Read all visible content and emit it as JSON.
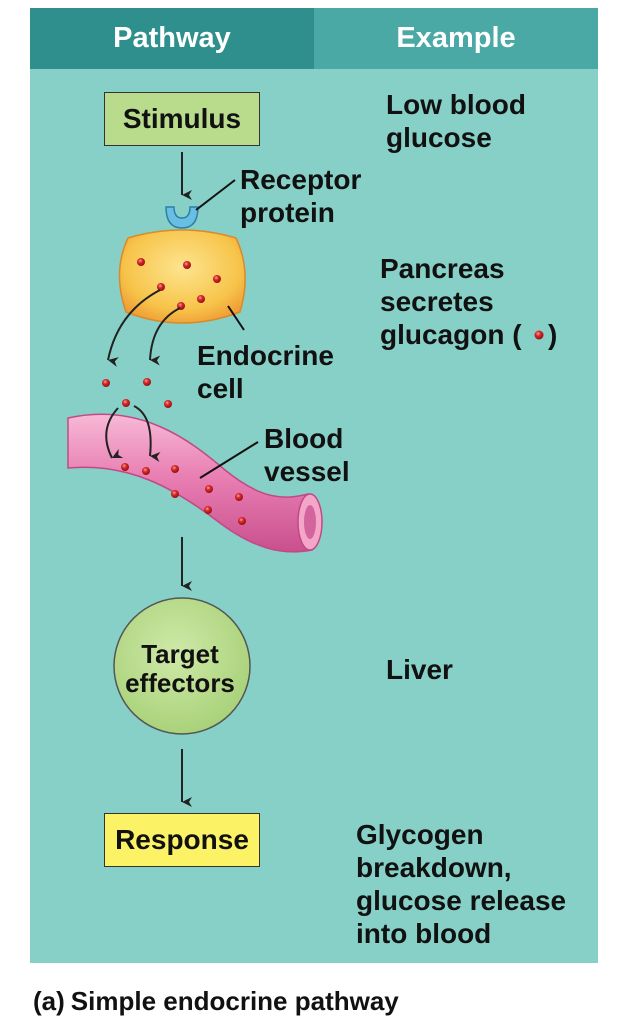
{
  "header": {
    "pathway": "Pathway",
    "example": "Example"
  },
  "pathway": {
    "stimulus": "Stimulus",
    "receptor": "Receptor\nprotein",
    "endocrine_cell": "Endocrine\ncell",
    "blood_vessel": "Blood\nvessel",
    "target": "Target\neffectors",
    "response": "Response"
  },
  "example": {
    "stimulus": "Low blood\nglucose",
    "endocrine_a": "Pancreas\nsecretes\nglucagon (",
    "endocrine_b": ")",
    "target": "Liver",
    "response": "Glycogen\nbreakdown,\nglucose release\ninto blood"
  },
  "caption": {
    "letter": "(a)",
    "text": "Simple endocrine pathway"
  },
  "colors": {
    "panel": "#87d0c7",
    "header_left": "#2f8f8c",
    "header_right": "#4aa8a5",
    "stimulus_box": "#b9db8c",
    "response_box": "#fbf266",
    "target_circle": "#b9db8c",
    "cell": "#f7c44a",
    "vessel": "#e97fb3",
    "hormone": "#d62a2a",
    "receptor": "#69bfe3"
  }
}
